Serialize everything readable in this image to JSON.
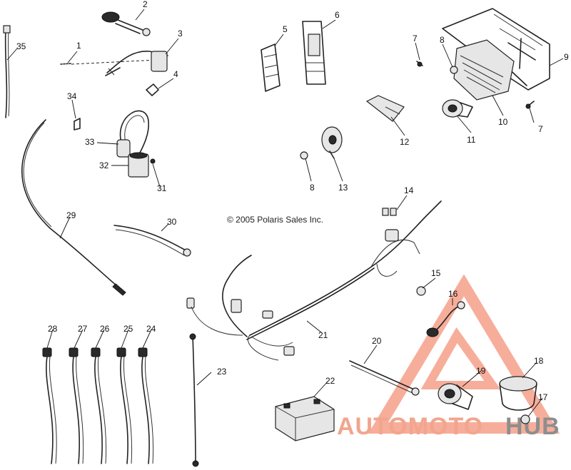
{
  "diagram": {
    "copyright": "© 2005 Polaris Sales Inc.",
    "callouts": [
      "1",
      "2",
      "3",
      "4",
      "5",
      "6",
      "7",
      "8",
      "9",
      "10",
      "11",
      "12",
      "13",
      "14",
      "15",
      "16",
      "17",
      "18",
      "19",
      "20",
      "21",
      "22",
      "23",
      "24",
      "25",
      "26",
      "27",
      "28",
      "29",
      "30",
      "31",
      "32",
      "33",
      "34",
      "35",
      "7",
      "8"
    ],
    "watermark": {
      "part1": "AUTOMOTO",
      "part2": "HUB",
      "color_red": "#f2a58e",
      "color_grey": "#8e8e8e"
    }
  }
}
